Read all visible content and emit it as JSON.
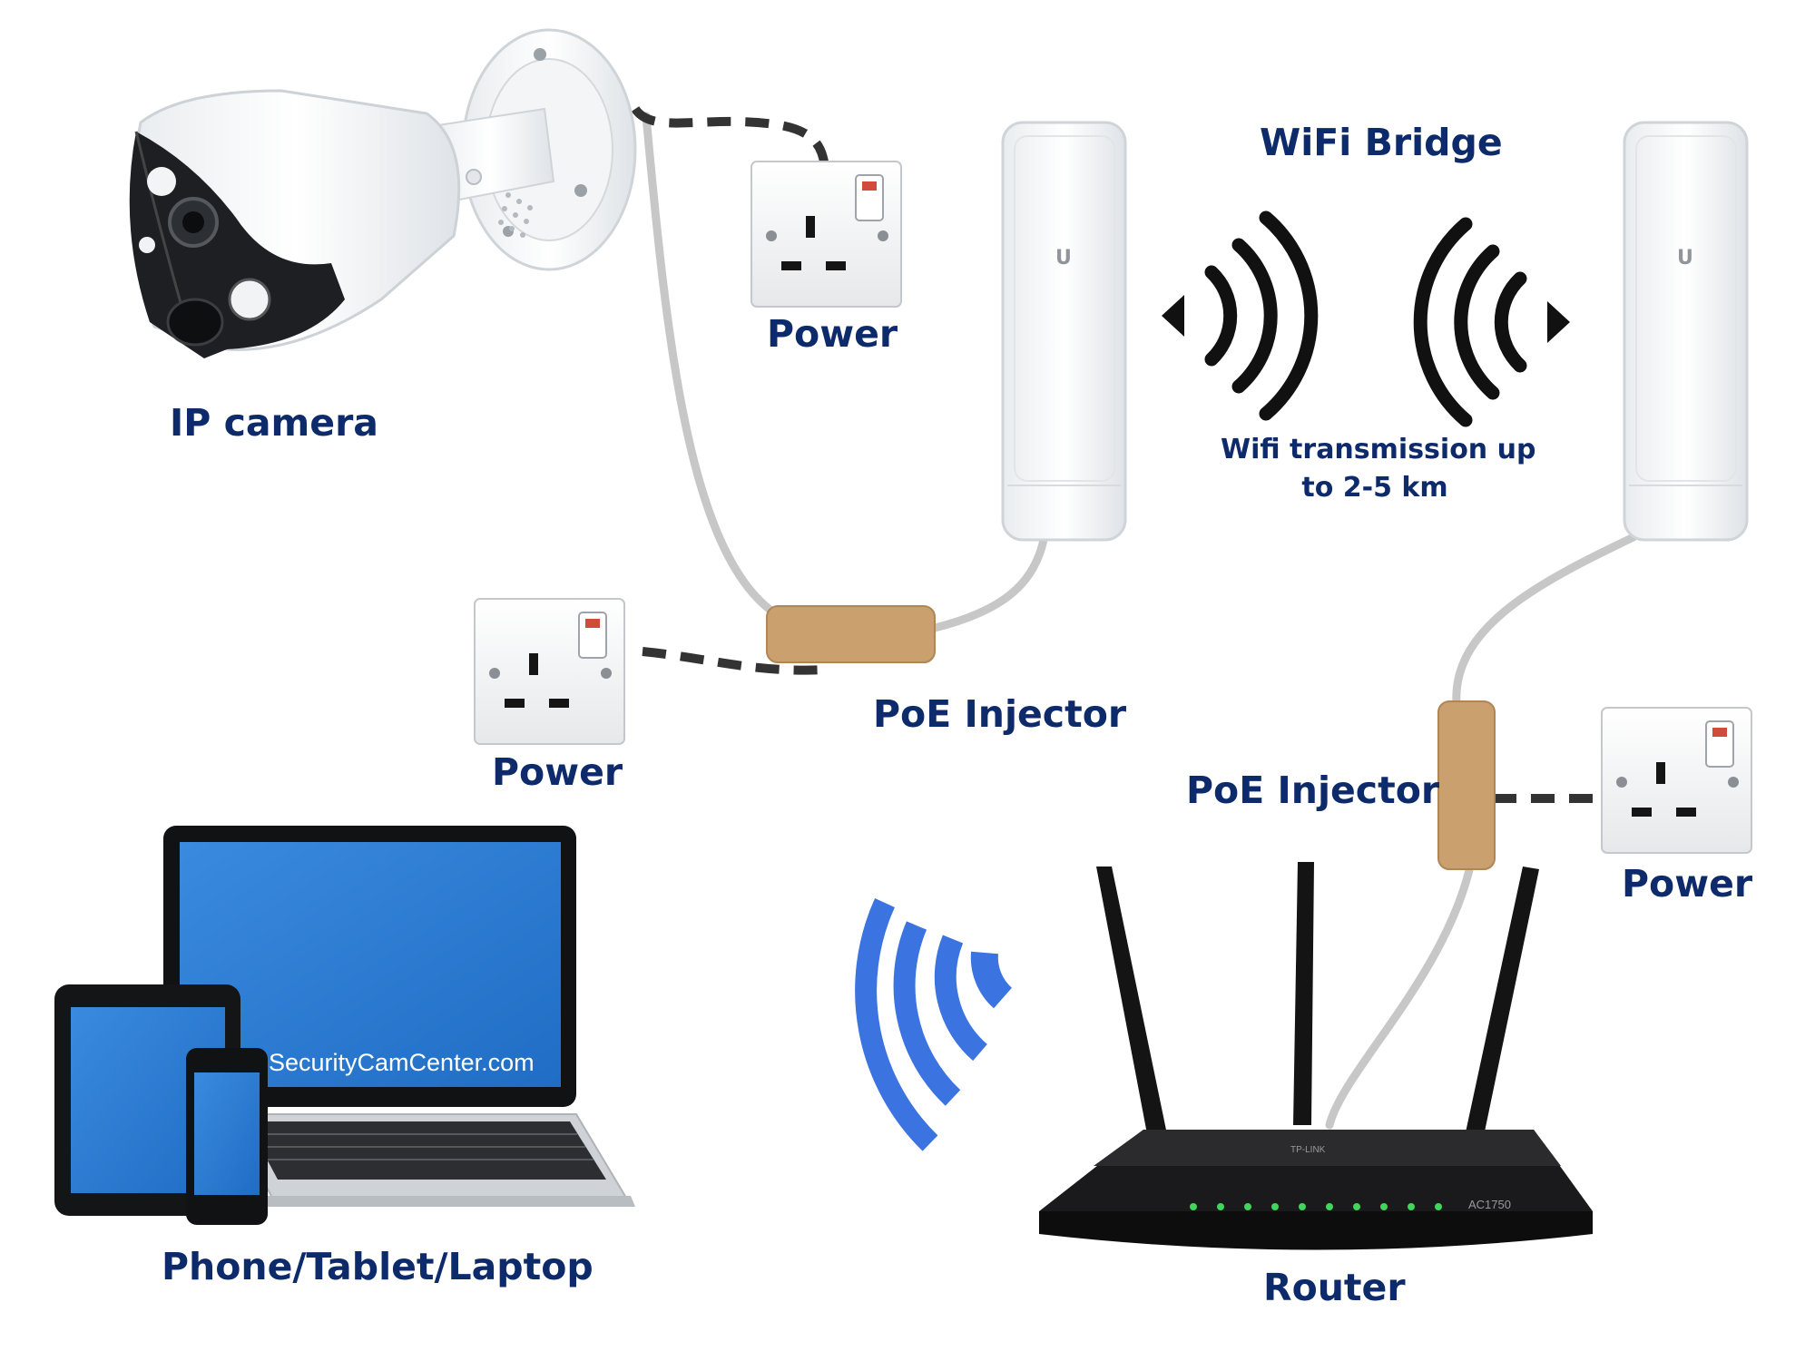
{
  "labels": {
    "ip_camera": "IP camera",
    "power_top": "Power",
    "wifi_bridge": "WiFi Bridge",
    "wifi_transmission_line1": "Wifi transmission up",
    "wifi_transmission_line2": "to 2-5 km",
    "power_left": "Power",
    "poe_injector_left": "PoE Injector",
    "poe_injector_right": "PoE Injector",
    "power_right": "Power",
    "devices": "Phone/Tablet/Laptop",
    "router": "Router"
  },
  "devices": {
    "laptop_screen_text": "SecurityCamCenter.com"
  },
  "router_panel": {
    "brand": "TP-LINK",
    "model": "AC1750"
  },
  "bridge_logo": "U",
  "colors": {
    "label_text": "#0d2a6b",
    "cable": "#c7c7c7",
    "power_cable": "#333333",
    "poe_injector": "#c9a06e",
    "wifi_waves_black": "#111111",
    "wifi_waves_blue": "#3b73e0",
    "screen_blue": "#2b7fd6"
  },
  "icons": [
    "ip-camera-icon",
    "wall-socket-icon",
    "wifi-bridge-antenna-icon",
    "wifi-signal-icon",
    "poe-injector-icon",
    "router-icon",
    "laptop-icon",
    "tablet-icon",
    "phone-icon"
  ]
}
